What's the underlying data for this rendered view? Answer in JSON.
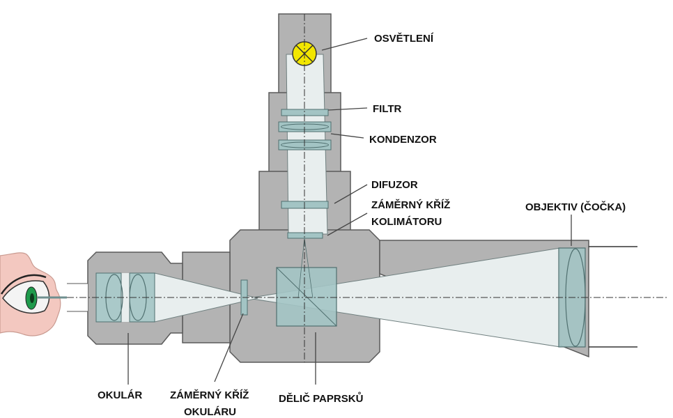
{
  "labels": {
    "osvetleni": "OSVĚTLENÍ",
    "filtr": "FILTR",
    "kondenzor": "KONDENZOR",
    "difuzor": "DIFUZOR",
    "kriz_kolimatoru_1": "ZÁMĚRNÝ KŘÍŽ",
    "kriz_kolimatoru_2": "KOLIMÁTORU",
    "objektiv": "OBJEKTIV (ČOČKA)",
    "okular": "OKULÁR",
    "kriz_okularu_1": "ZÁMĚRNÝ KŘÍŽ",
    "kriz_okularu_2": "OKULÁRU",
    "delic": "DĚLIČ PAPRSKŮ"
  },
  "colors": {
    "body": "#b3b3b3",
    "body_stroke": "#5a5a5a",
    "optics": "#a3c4c4",
    "optics_stroke": "#4f6f6f",
    "beam": "#e8eeee",
    "lamp": "#f2e600",
    "skin": "#f3c8c0",
    "iris": "#1f9a4c",
    "leader": "#444444"
  }
}
